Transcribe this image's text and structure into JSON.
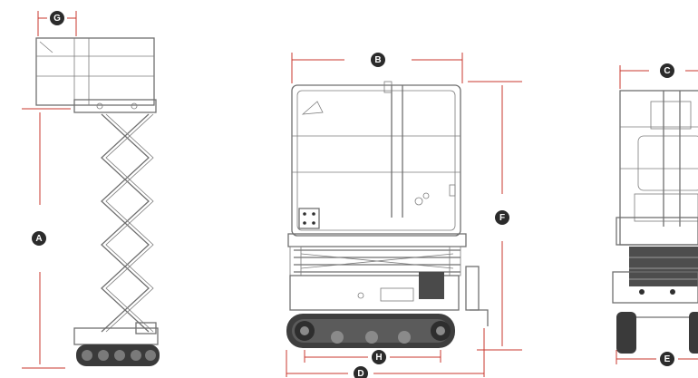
{
  "dimensions": {
    "A": "A",
    "B": "B",
    "C": "C",
    "D": "D",
    "E": "E",
    "F": "F",
    "G": "G",
    "H": "H"
  },
  "colors": {
    "dimension_line": "#c8372d",
    "badge": "#2b2b2b",
    "machine_line": "#6f6f6f"
  }
}
